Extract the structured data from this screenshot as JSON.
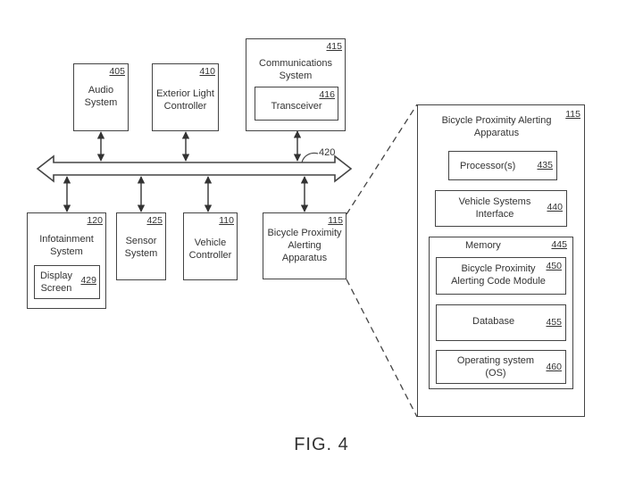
{
  "figure_caption": "FIG. 4",
  "bus_ref": "420",
  "blocks": {
    "audio": {
      "label": "Audio\nSystem",
      "ref": "405"
    },
    "exterior_light": {
      "label": "Exterior Light\nController",
      "ref": "410"
    },
    "communications": {
      "label": "Communications\nSystem",
      "ref": "415"
    },
    "transceiver": {
      "label": "Transceiver",
      "ref": "416"
    },
    "infotainment": {
      "label": "Infotainment\nSystem",
      "ref": "120"
    },
    "display_screen": {
      "label": "Display\nScreen",
      "ref": "429"
    },
    "sensor": {
      "label": "Sensor\nSystem",
      "ref": "425"
    },
    "vehicle_controller": {
      "label": "Vehicle\nController",
      "ref": "110"
    },
    "bpa_small": {
      "label": "Bicycle Proximity\nAlerting\nApparatus",
      "ref": "115"
    }
  },
  "detail": {
    "title": "Bicycle Proximity Alerting\nApparatus",
    "ref": "115",
    "processor": {
      "label": "Processor(s)",
      "ref": "435"
    },
    "vsi": {
      "label": "Vehicle Systems\nInterface",
      "ref": "440"
    },
    "memory": {
      "label": "Memory",
      "ref": "445"
    },
    "code_module": {
      "label": "Bicycle Proximity\nAlerting Code Module",
      "ref": "450"
    },
    "database": {
      "label": "Database",
      "ref": "455"
    },
    "os": {
      "label": "Operating system\n(OS)",
      "ref": "460"
    }
  }
}
